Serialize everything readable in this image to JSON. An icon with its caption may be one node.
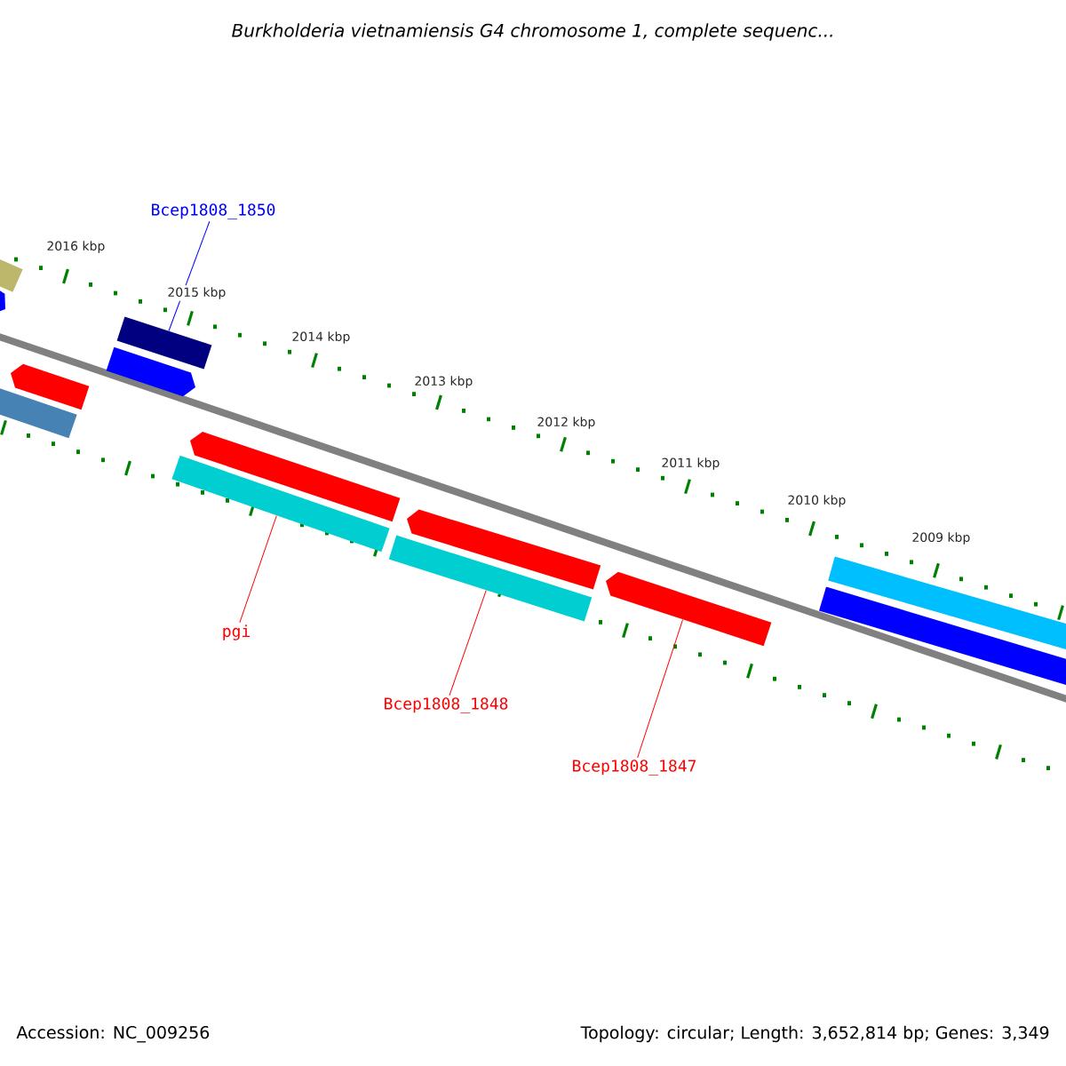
{
  "diagram": {
    "title": "Burkholderia vietnamiensis G4 chromosome 1, complete sequenc...",
    "nodes": [
      {
        "text": [],
        "shape": "bar"
      },
      {
        "text": [],
        "shape": "bar"
      },
      {
        "text": [],
        "shape": "bar"
      },
      {
        "text": [],
        "shape": "bar"
      },
      {
        "text": [],
        "shape": "bar"
      },
      {
        "text": [],
        "shape": "bar"
      },
      {
        "text": [],
        "shape": "bar"
      },
      {
        "text": [],
        "shape": "bar"
      },
      {
        "text": [],
        "shape": "bar"
      },
      {
        "text": [],
        "shape": "bar"
      },
      {
        "text": [],
        "shape": "bar"
      },
      {
        "text": [],
        "shape": "bar"
      },
      {
        "text": [],
        "shape": "bar"
      },
      {
        "text": [
          "Bcep1808_1850"
        ]
      },
      {
        "text": [
          "pgi"
        ]
      },
      {
        "text": [
          "Bcep1808_1848"
        ]
      },
      {
        "text": [
          "Bcep1808_1847"
        ]
      }
    ],
    "edges": [
      {
        "from": 13,
        "to": 2,
        "arrow": "none",
        "color": "#0000ff"
      },
      {
        "from": 14,
        "to": 7,
        "arrow": "none"
      },
      {
        "from": 15,
        "to": 9,
        "arrow": "none"
      },
      {
        "from": 16,
        "to": 10,
        "arrow": "none"
      }
    ],
    "labels": [
      "2016 kbp",
      "2015 kbp",
      "2014 kbp",
      "2013 kbp",
      "2012 kbp",
      "2011 kbp",
      "2010 kbp",
      "2009 kbp",
      "Accession: NC_009256",
      "Topology: circular; Length: 3,652,814 bp; Genes: 3,349"
    ]
  }
}
